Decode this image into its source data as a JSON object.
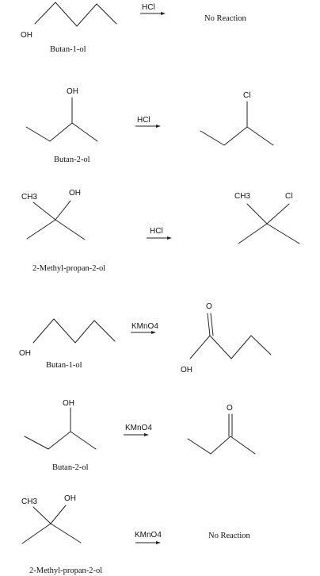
{
  "reactions": [
    {
      "reagent": "HCl",
      "reactant": {
        "name": "Butan-1-ol",
        "labels": [
          "OH"
        ]
      },
      "product": {
        "text": "No Reaction",
        "labels": []
      }
    },
    {
      "reagent": "HCl",
      "reactant": {
        "name": "Butan-2-ol",
        "labels": [
          "OH"
        ]
      },
      "product": {
        "text": "",
        "labels": [
          "Cl"
        ]
      }
    },
    {
      "reagent": "HCl",
      "reactant": {
        "name": "2-Methyl-propan-2-ol",
        "labels": [
          "CH3",
          "OH"
        ]
      },
      "product": {
        "text": "",
        "labels": [
          "CH3",
          "Cl"
        ]
      }
    },
    {
      "reagent": "KMnO4",
      "reactant": {
        "name": "Butan-1-ol",
        "labels": [
          "OH"
        ]
      },
      "product": {
        "text": "",
        "labels": [
          "O",
          "OH"
        ]
      }
    },
    {
      "reagent": "KMnO4",
      "reactant": {
        "name": "Butan-2-ol",
        "labels": [
          "OH"
        ]
      },
      "product": {
        "text": "",
        "labels": [
          "O"
        ]
      }
    },
    {
      "reagent": "KMnO4",
      "reactant": {
        "name": "2-Methyl-propan-2-ol",
        "labels": [
          "CH3",
          "OH"
        ]
      },
      "product": {
        "text": "No Reaction",
        "labels": []
      }
    }
  ]
}
